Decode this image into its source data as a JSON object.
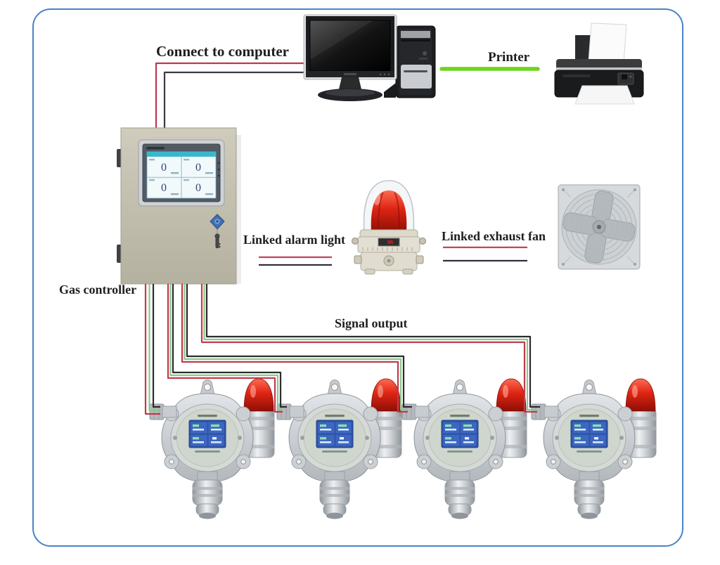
{
  "page": {
    "background": "#ffffff",
    "frame_border_color": "#4a84c6"
  },
  "labels": {
    "connect_to_computer": "Connect to computer",
    "printer": "Printer",
    "gas_controller": "Gas controller",
    "linked_alarm_light": "Linked alarm light",
    "linked_exhaust_fan": "Linked exhaust fan",
    "signal_output": "Signal output"
  },
  "controller_screen": {
    "values": [
      "0",
      "0",
      "0",
      "0"
    ]
  },
  "connections": {
    "computer_wire_colors": [
      "#b83a50",
      "#3a3a44"
    ],
    "printer_cable_color": "#6cd41e",
    "signal_wire_colors": [
      "#c13a4e",
      "#8cc88a",
      "#2c2c30"
    ],
    "underline_colors": [
      "#c5425c",
      "#30303c"
    ]
  },
  "icons": {
    "computer": "desktop-computer-icon",
    "printer": "printer-icon",
    "controller": "gas-controller-icon",
    "alarm_light": "alarm-beacon-icon",
    "exhaust_fan": "exhaust-fan-icon",
    "detector": "gas-detector-icon"
  }
}
